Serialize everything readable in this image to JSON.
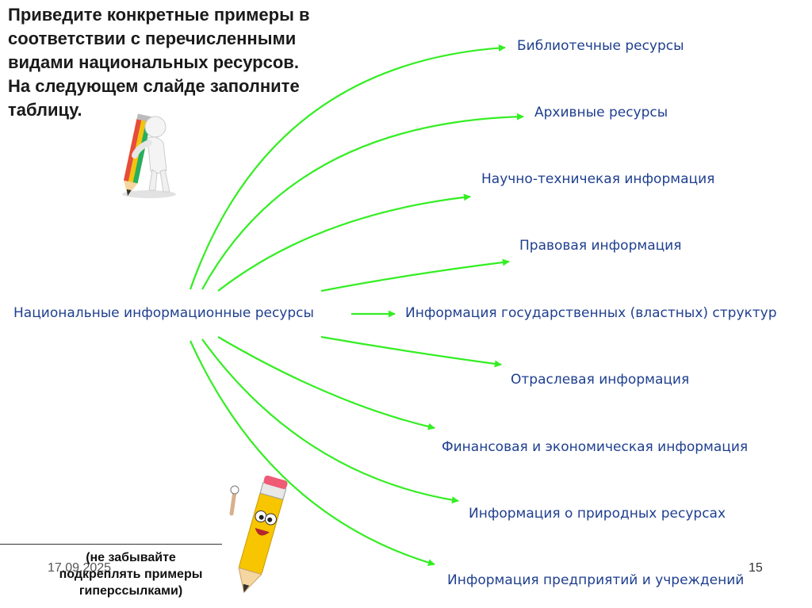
{
  "title_lines": [
    "Приведите конкретные примеры в",
    "соответствии с перечисленными",
    "видами национальных ресурсов.",
    "На следующем слайде заполните",
    "таблицу."
  ],
  "diagram": {
    "source": "Национальные информационные ресурсы",
    "targets": [
      "Библиотечные ресурсы",
      "Архивные ресурсы",
      "Научно-техничекая информация",
      "Правовая информация",
      "Информация государственных (властных) структур",
      "Отраслевая информация",
      "Финансовая и экономическая информация",
      "Информация о природных ресурсах",
      "Информация предприятий и учреждений"
    ],
    "arrow_color": "#33ee22",
    "text_color": "#1f3f8f"
  },
  "note_lines": [
    "(не забывайте",
    "подкреплять примеры",
    "гиперссылками)"
  ],
  "footer": {
    "date": "17.09.2025",
    "slide_number": "15"
  }
}
